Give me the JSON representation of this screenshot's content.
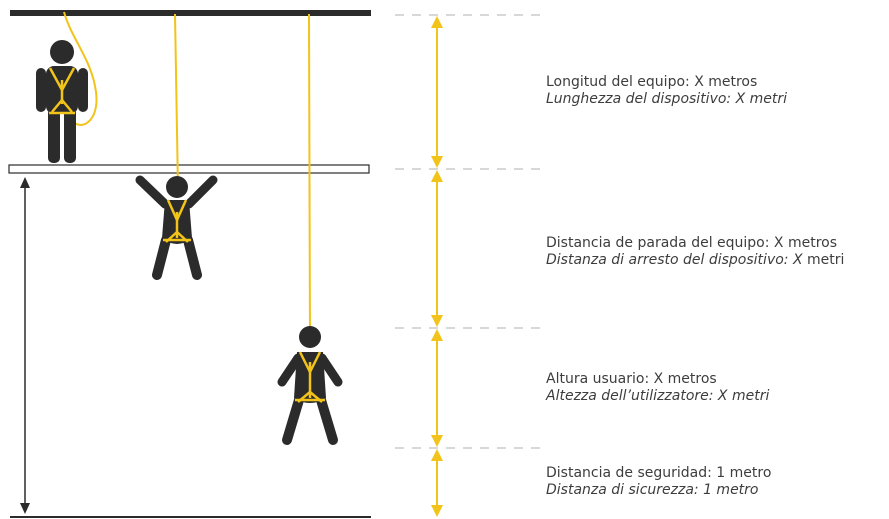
{
  "colors": {
    "accent": "#f2c318",
    "figure": "#2b2b2b",
    "rope": "#f2c318",
    "dash": "#cccccc",
    "text": "#3d3d3d"
  },
  "icons": [
    "standing-worker-icon",
    "suspended-worker-icon",
    "falling-worker-icon",
    "harness-icon"
  ],
  "labels": [
    {
      "es": "Longitud del equipo: X metros",
      "it": "Lunghezza del dispositivo: X metri"
    },
    {
      "es": "Distancia de parada del equipo: X metros",
      "it": "Distanza di arresto del dispositivo: X",
      "it_suffix": " metri"
    },
    {
      "es": "Altura usuario: X metros",
      "it": "Altezza dell’utilizzatore: X metri"
    },
    {
      "es": "Distancia de seguridad: 1 metro",
      "it": "Distanza di sicurezza: 1 metro"
    }
  ]
}
